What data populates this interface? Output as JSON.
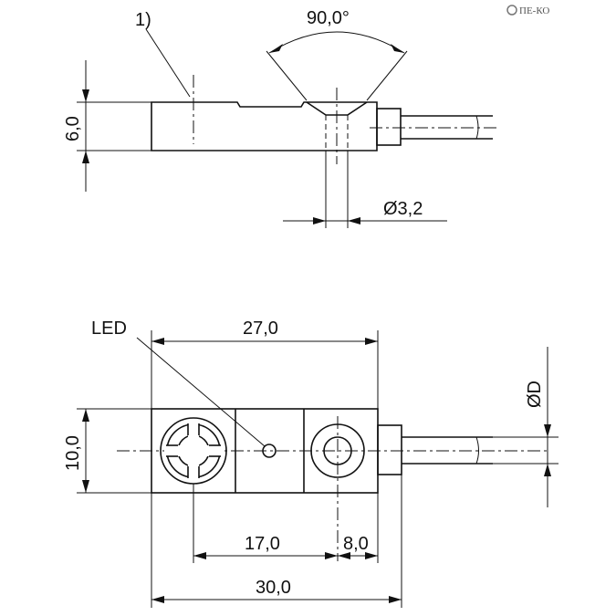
{
  "labels": {
    "note": "1)",
    "angle": "90,0°",
    "height": "6,0",
    "hole_diameter": "Ø3,2",
    "led": "LED",
    "length_top": "27,0",
    "width": "10,0",
    "cable_diameter": "ØD",
    "dist_17": "17,0",
    "dist_8": "8,0",
    "length_total": "30,0"
  },
  "logo": {
    "text": "ПЕ-КО",
    "icon": "gear-icon"
  }
}
